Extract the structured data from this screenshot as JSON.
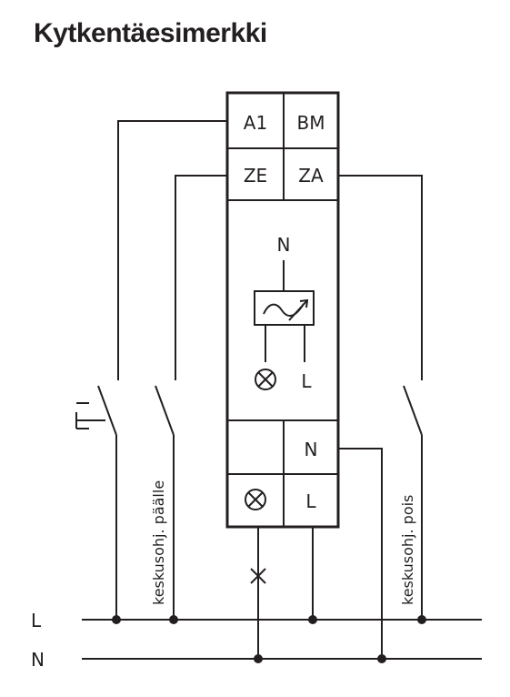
{
  "title": "Kytkentäesimerkki",
  "terminals": {
    "a1": "A1",
    "bm": "BM",
    "ze": "ZE",
    "za": "ZA",
    "n_internal": "N",
    "l_internal": "L",
    "n_bottom": "N",
    "l_bottom": "L"
  },
  "switch_labels": {
    "on": "keskusohj. päälle",
    "off": "keskusohj. pois"
  },
  "rails": {
    "l": "L",
    "n": "N"
  },
  "icons": {
    "lamp": "lamp-icon",
    "relay": "relay-symbol-icon",
    "pushbutton": "pushbutton-icon",
    "cross": "wire-cross-icon"
  }
}
